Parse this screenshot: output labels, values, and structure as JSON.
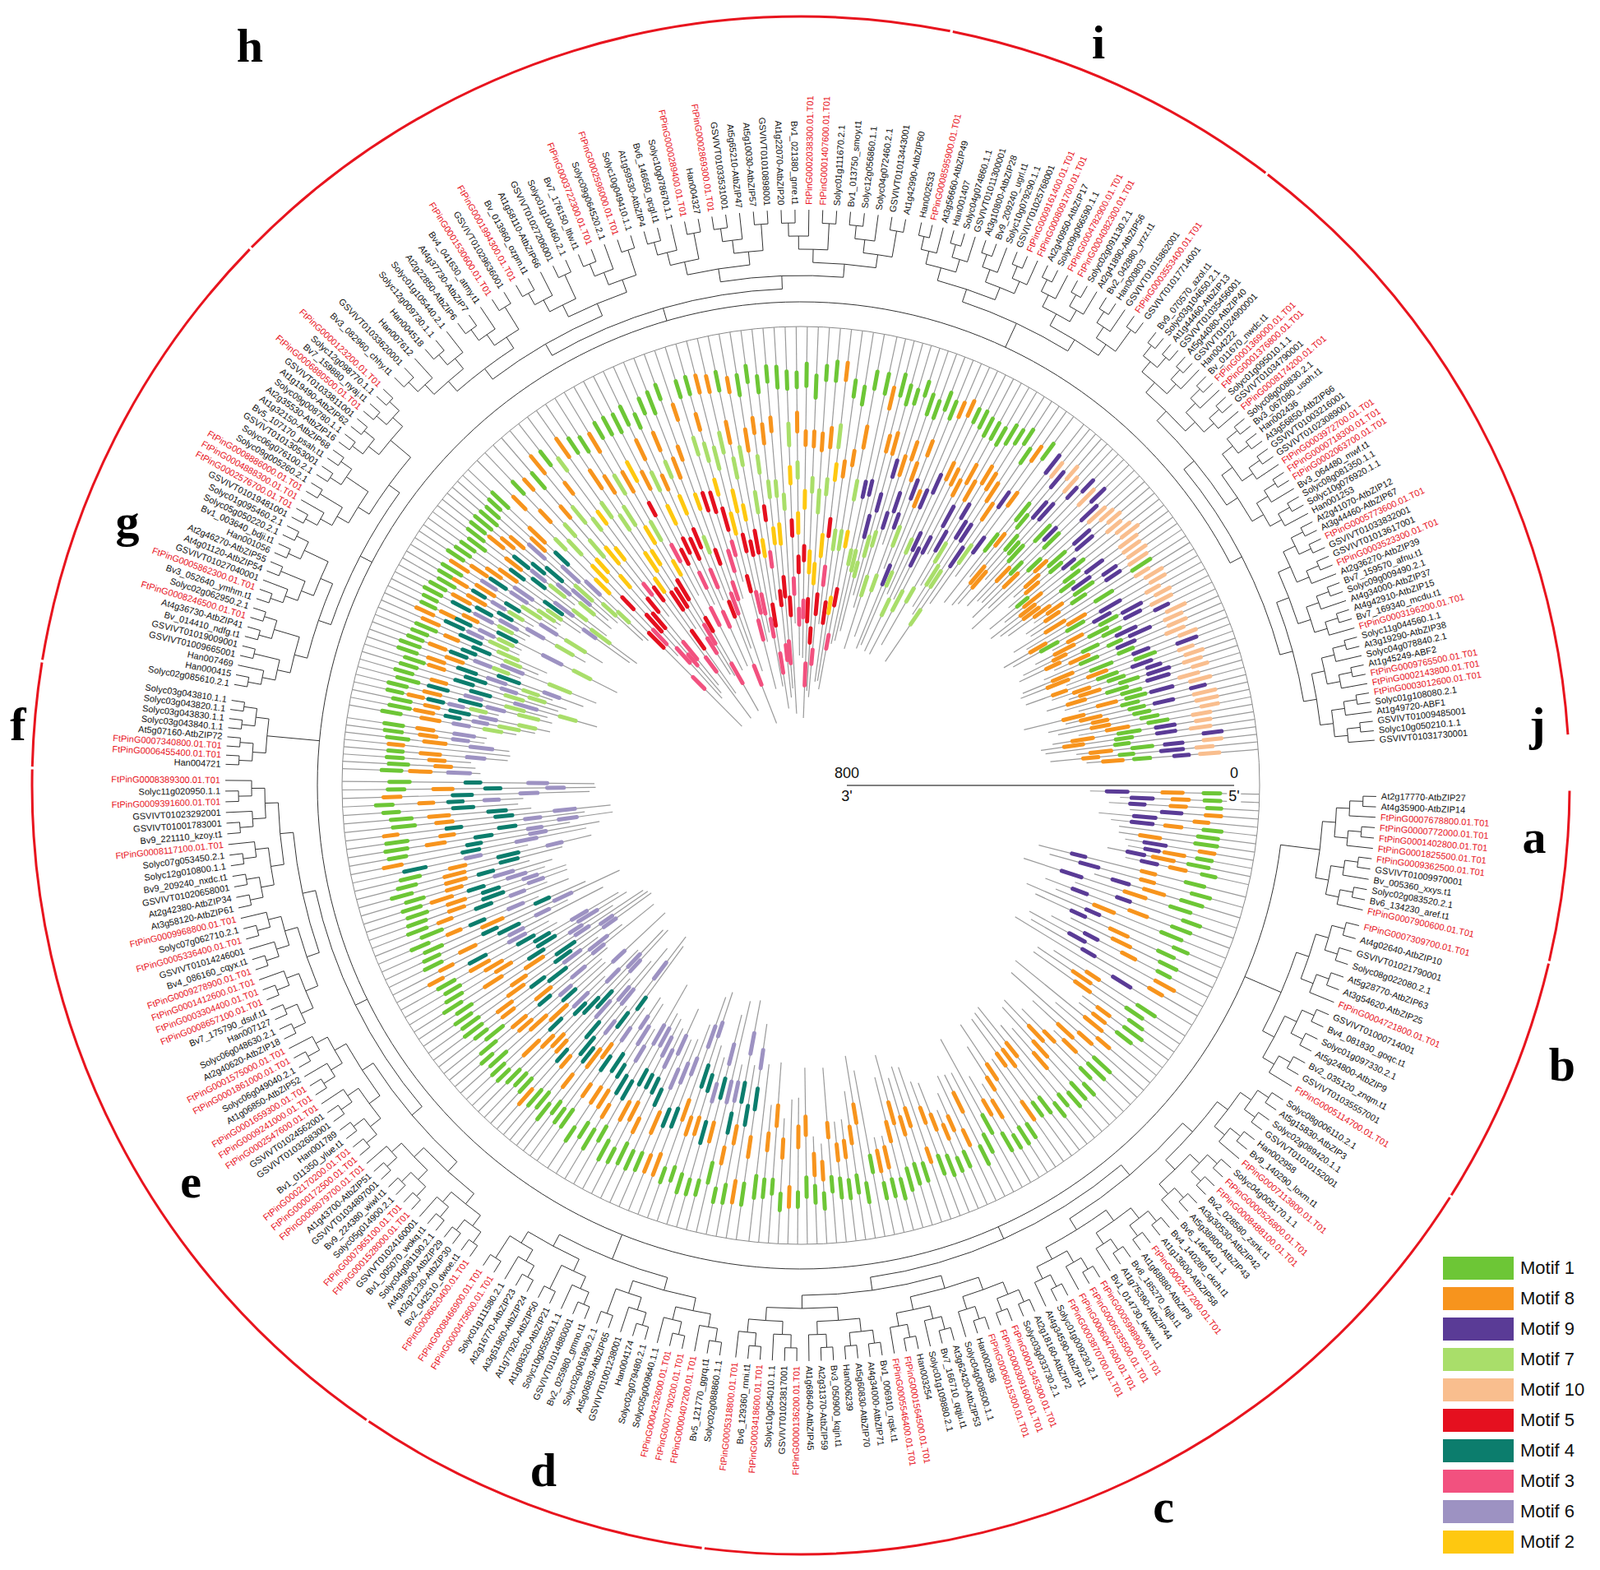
{
  "diagram": {
    "labels": [
      "800",
      "3'",
      "0",
      "5'",
      "a",
      "At2g17770-AtbZIP27",
      "At4g35900-AtbZIP14",
      "FtPinG0007678800.01.T01",
      "FtPinG0000772000.01.T01",
      "FtPinG0001402800.01.T01",
      "FtPinG0001825500.01.T01",
      "FtPinG0009362500.01.T01",
      "GSVIVT01009970001",
      "Bv_005360_xxys.t1",
      "Solyc02g083520.2.1",
      "Bv6_134230_aref.t1",
      "FtPinG0007900600.01.T01",
      "b",
      "FtPinG0007309700.01.T01",
      "At4g02640-AtbZIP10",
      "GSVIVT01021790001",
      "Solyc08g022080.2.1",
      "At5g28770-AtbZIP63",
      "At3g54620-AtbZIP25",
      "FtPinG0004721800.01.T01",
      "GSVIVT01000714001",
      "Bv4_081830_goqc.t1",
      "Solyc01g097330.2.1",
      "At5g24800-AtbZIP9",
      "Bv2_035120_znqm.t1",
      "GSVIVT01035557001",
      "FtPinG0005114700.01.T01",
      "c",
      "Solyc08g006110.2.1",
      "At5g15830-AtbZIP3",
      "Solyc02g089420.1.1",
      "GSVIVT01010152001",
      "Han002958",
      "Bv9_140290_loxm.t1",
      "FtPinG0007113800.01.T01",
      "Solyc04g005170.1.1",
      "FtPinG0000526800.01.T01",
      "FtPinG0008488100.01.T01",
      "Bv2_028580_zsnk.t1",
      "At3g30530-AtbZIP42",
      "At5g38800-AtbZIP43",
      "Bv6_146440.1.1",
      "Bv4_140280_ckch.t1",
      "At1g13600-AtbZIP58",
      "FtPinG0002427200.01.T01",
      "At1g68880-AtbZIP8",
      "Bv8_185270_fqjb.t1",
      "At1g75390-AtbZIP44",
      "Bv1_014730_kwxw.t1",
      "FtPinG0005998900.01.T01",
      "FtPinG0006335500.01.T01",
      "FtPinG0006047600.01.T01",
      "FtPinG0003870700.01.T01",
      "Solyc01g009230.2.1",
      "At4g34590-AtbZIP11",
      "At2g18160-AtbZIP2",
      "Solyc03g033730.2.1",
      "FtPinG0001345300.01.T01",
      "FtPinG0003091600.01.T01",
      "FtPinG0006015300.01.T01",
      "Han002836",
      "Solyc04g008500.1.1",
      "At3g62420-AtbZIP53",
      "Bv7_166710_qqju.t1",
      "Solyc01g109880.2.1",
      "Han003254",
      "FtPinG0001564500.01.T01",
      "FtPinG0005546400.01.T01",
      "Bv1_006910_rqsk.t1",
      "At4g34000-AtbZIP71",
      "At5g60830-AtbZIP70",
      "Han006239",
      "Bv3_050900_kqjn.t1",
      "At2g31370-AtbZIP59",
      "At1g68640-AtbZIP45",
      "FtPinG0000136200.01.T01",
      "GSVIVT01023817001",
      "Solyc10g054010.1.1",
      "FtPinG0003418600.01.T01",
      "Bv6_129360_rnni.t1",
      "FtPinG0005318800.01.T01",
      "d",
      "Solyc02g088860.1.1",
      "Bv5_121770_ggrq.t1",
      "FtPinG0000407200.01.T01",
      "FtPinG0007790200.01.T01",
      "FtPinG0004232600.01.T01",
      "Solyc05g009640.1.1",
      "Solyc02g079480.2.1",
      "Han004174",
      "GSVIVT01001238001",
      "At5g06839-AtbZIP65",
      "Solyc02g061990.2.1",
      "Bv2_025980_gmno.t1",
      "GSVIVT01014880001",
      "Solyc10g055550.1.1",
      "At1g08320-AtbZIP21",
      "At1g77920-AtbZIP50",
      "At3g51960-AtbZIP24",
      "At2g16770-AtbZIP23",
      "Solyc01g111580.2.1",
      "FtPinG0000475600.01.T01",
      "FtPinG0008466900.01.T01",
      "e",
      "FtPinG0006620400.01.T01",
      "Bv2_042510_dwoe.t1",
      "At2g21230-AtbZIP30",
      "At4g38900-AtbZIP29",
      "Solyc04g081190.2.1",
      "Bv1_005070_wokq.t1",
      "GSVIVT01024160001",
      "FtPinG0001528000.01.T01",
      "FtPinG0007965100.01.T01",
      "Solyc05g014900.2.1",
      "Bv9_224380_wiwl.t1",
      "GSVIVT01034897001",
      "At1g43700-AtbZIP51",
      "FtPinG0008079700.01.T01",
      "FtPinG0000172500.01.T01",
      "FtPinG0002170200.01.T01",
      "Bv1_011350_ylue.t1",
      "Han001789",
      "GSVIVT01032683001",
      "GSVIVT01024562001",
      "FtPinG0002547600.01.T01",
      "FtPinG0009241000.01.T01",
      "FtPinG0001659300.01.T01",
      "At1g06850-AtbZIP52",
      "Solyc06g049040.2.1",
      "FtPinG0001861000.01.T01",
      "FtPinG0001575000.01.T01",
      "At2g40620-AtbZIP18",
      "Solyc06g048630.2.1",
      "Han007127",
      "Bv7_175790_dsuf.t1",
      "FtPinG0008657100.01.T01",
      "FtPinG0003304400.01.T01",
      "FtPinG0001412600.01.T01",
      "FtPinG0009278900.01.T01",
      "Bv4_086160_cqyx.t1",
      "GSVIVT01014246001",
      "FtPinG0005336400.01.T01",
      "Solyc07g062710.2.1",
      "FtPinG0009968800.01.T01",
      "At3g58120-AtbZIP61",
      "At2g42380-AtbZIP34",
      "GSVIVT01020658001",
      "Bv9_209240_nxdc.t1",
      "Solyc12g010800.1.1",
      "Solyc07g053450.2.1",
      "FtPinG0008117100.01.T01",
      "Bv9_221110_kzoy.t1",
      "GSVIVT01001783001",
      "GSVIVT01023292001",
      "FtPinG0009391600.01.T01",
      "Solyc11g020950.1.1",
      "FtPinG0008389300.01.T01",
      "f",
      "Han004721",
      "FtPinG0006455400.01.T01",
      "FtPinG0007340800.01.T01",
      "At5g07160-AtbZIP72",
      "Solyc03g043840.1.1",
      "Solyc03g043830.1.1",
      "Solyc03g043820.1.1",
      "Solyc03g043810.1.1",
      "g",
      "Solyc02g085610.2.1",
      "Han000415",
      "Han007469",
      "GSVIVT01009665001",
      "GSVIVT01019009001",
      "Bv_014410_ndfg.t1",
      "At4g36730-AtbZIP41",
      "FtPinG0008246500.01.T01",
      "Solyc02g062950.2.1",
      "Bv3_052640_ymhm.t1",
      "FtPinG0005862300.01.T01",
      "GSVIVT01027040001",
      "At4g01120-AtbZIP54",
      "At2g46270-AtbZIP55",
      "Han001056",
      "Bv1_003640_bdji.t1",
      "Solyc05g050220.2.1",
      "Solyc01g095460.2.1",
      "GSVIVT01019481001",
      "FtPinG0002576700.01.T01",
      "FtPinG0004888300.01.T01",
      "FtPinG0008886000.01.T01",
      "Solyc09g005260.2.1",
      "Solyc06g076100.2.1",
      "GSVIVT01013053001",
      "Bv5_107170_psah.t1",
      "At1g32150-AtbZIP68",
      "At2g35530-AtbZIP16",
      "Solyc09g008780.1.1",
      "At1g19490-AtbZIP62",
      "GSVIVT01033811001",
      "FtPinG0006880500.01.T01",
      "Bv7_159880_nyaj.t1",
      "Solyc12g098770.1.1",
      "FtPinG0000123200.01.T01",
      "h",
      "Bv3_082960_chhy.t1",
      "GSVIVT01033620001",
      "Han007612",
      "Han004518",
      "Solyc12g009730.1.1",
      "Solyc01g105440.2.1",
      "At2g22850-AtbZIP6",
      "At4g37730-AtbZIP7",
      "Bv4_041630_atmy.t1",
      "FtPinG0001530600.01.T01",
      "GSVIVT01029636001",
      "FtPinG0001994300.01.T01",
      "Bv_013960_ozpm.t1",
      "At1g58110-AtbZIP66",
      "GSVIVT01027206001",
      "Solyc01g100460.2.1",
      "Bv7_176150_ltlw.t1",
      "FtPinG0003722300.01.T01",
      "Solyc09g064520.2.1",
      "FtPinG0002596000.01.T01",
      "Solyc10g049410.1.1",
      "At1g59530-AtbZIP4",
      "Bv6_146650_qcgl.t1",
      "Solyc10g078670.1.1",
      "FtPinG0000289400.01.T01",
      "Han004327",
      "FtPinG0002869300.01.T01",
      "GSVIVT01033531001",
      "At5g65210-AtbZIP47",
      "At5g10030-AtbZIP57",
      "GSVIVT01010898001",
      "At1g22070-AtbZIP20",
      "Bv1_021380_gnre.t1",
      "FtPinG0002038300.01.T01",
      "FtPinG0001407600.01.T01",
      "Solyc01g111670.2.1",
      "Bv1_013750_smoy.t1",
      "Solyc12g056860.1.1",
      "Solyc04g072460.2.1",
      "GSVIVT01013443001",
      "At1g42990-AtbZIP60",
      "i",
      "Han002533",
      "FtPinG0008595900.01.T01",
      "At3g56660-AtbZIP49",
      "Han001407",
      "Solyc04g074860.1.1",
      "GSVIVT01011300001",
      "At3g10800-AtbZIP28",
      "Bv9_209240_ugrl.t1",
      "Solyc10g079290.1.1",
      "GSVIVT01025768001",
      "FtPinG0009161400.01.T01",
      "FtPinG0008091700.01.T01",
      "At2g40950-AtbZIP17",
      "Solyc09g066590.1.1",
      "FtPinG0004782900.01.T01",
      "FtPinG0004082300.01.T01",
      "Solyc02g091130.2.1",
      "At2g41890-AtbZIP56",
      "Bv2_042880_yrzz.t1",
      "Han000803",
      "GSVIVT01015862001",
      "FtPinG0003553400.01.T01",
      "GSVIVT01017714001",
      "j",
      "Bv9_070570_azol.t1",
      "Solyc03g104650.2.1",
      "At1g44460-AtbZIP13",
      "GSVIVT01035456001",
      "At5g44080-AtbZIP40",
      "GSVIVT01024900001",
      "Han004222",
      "Bv_011670_nwdc.t1",
      "FtPinG0001369000.01.T01",
      "FtPinG0001376800.01.T01",
      "Solyc01g095010.1.1",
      "GSVIVT01034790001",
      "FtPinG0008174200.01.T01",
      "Solyc08g008830.2.1",
      "Bv3_067080_usoh.t1",
      "Han002436",
      "At3g56850-AtbZIP66",
      "GSVIVT01003216001",
      "GSVIVT01023089001",
      "FtPinG0003972700.01.T01",
      "FtPinG0000718300.01.T01",
      "FtPinG0002063700.01.T01",
      "Bv3_064480_mwf.t1",
      "Solyc08g081350.1.1",
      "Solyc10g076920.1.1",
      "Han001253",
      "At2g41070-AtbZIP12",
      "At3g44460-AtbZIP67",
      "FtPinG0005773600.01.T01",
      "GSVIVT01033832001",
      "GSVIVT01013617001",
      "FtPinG0003523300.01.T01",
      "At2g36270-AtbZIP39",
      "Bv7_159570_afnu.t1",
      "Solyc09g009490.2.1",
      "At4g34000-AtbZIP37",
      "At4g42910-AtbZIP15",
      "Bv7_169340_mcdu.t1",
      "FtPinG0003196200.01.T01",
      "Solyc11g044560.1.1",
      "At3g19290-AtbZIP38",
      "Solyc04g078840.2.1",
      "At1g45249-ABF2",
      "FtPinG0009765500.01.T01",
      "FtPinG0002143800.01.T01",
      "FtPinG0003012600.01.T01",
      "Solyc01g108080.2.1",
      "At1g49720-ABF1",
      "GSVIVT01009485001",
      "Solyc10g050210.1.1",
      "GSVIVT01031730001"
    ],
    "legend": [
      {
        "text": "Motif 1",
        "color": "#6dc636"
      },
      {
        "text": "Motif 8",
        "color": "#f7941d"
      },
      {
        "text": "Motif 9",
        "color": "#5a3b96"
      },
      {
        "text": "Motif 7",
        "color": "#a9de6a"
      },
      {
        "text": "Motif 10",
        "color": "#f9be8e"
      },
      {
        "text": "Motif 5",
        "color": "#e5101f"
      },
      {
        "text": "Motif 4",
        "color": "#0c7d6d"
      },
      {
        "text": "Motif 3",
        "color": "#f2517f"
      },
      {
        "text": "Motif 6",
        "color": "#9d92c2"
      },
      {
        "text": "Motif 2",
        "color": "#fec810"
      }
    ]
  }
}
